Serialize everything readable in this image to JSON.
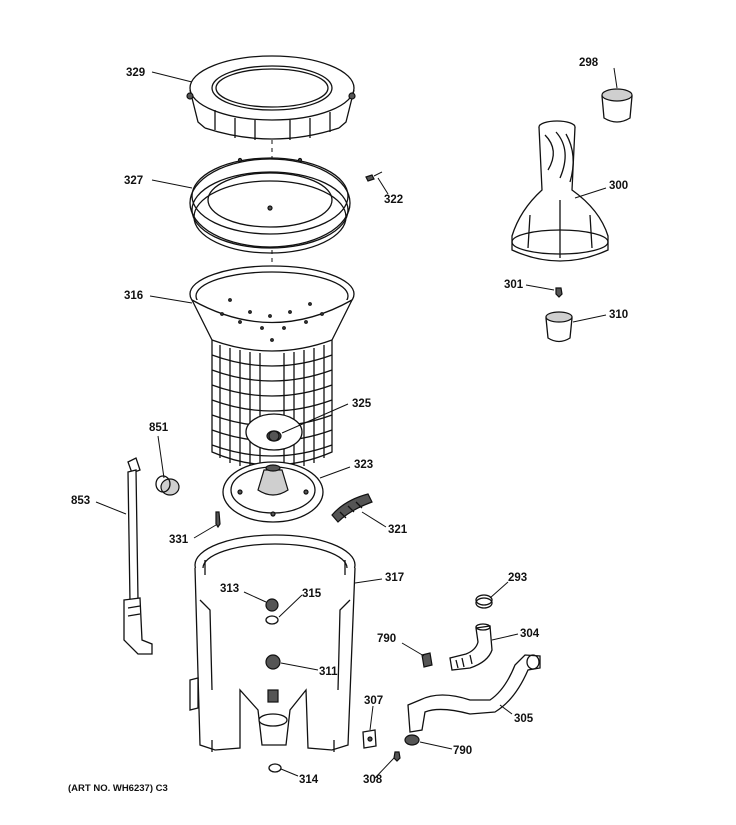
{
  "labels": {
    "p329": "329",
    "p327": "327",
    "p322": "322",
    "p316": "316",
    "p325": "325",
    "p298": "298",
    "p300": "300",
    "p301": "301",
    "p310": "310",
    "p851": "851",
    "p853": "853",
    "p323": "323",
    "p321": "321",
    "p331": "331",
    "p317": "317",
    "p313": "313",
    "p315": "315",
    "p311": "311",
    "p314": "314",
    "p293": "293",
    "p304": "304",
    "p790a": "790",
    "p790b": "790",
    "p305": "305",
    "p307": "307",
    "p308": "308"
  },
  "art_number": "(ART NO. WH6237) C3"
}
